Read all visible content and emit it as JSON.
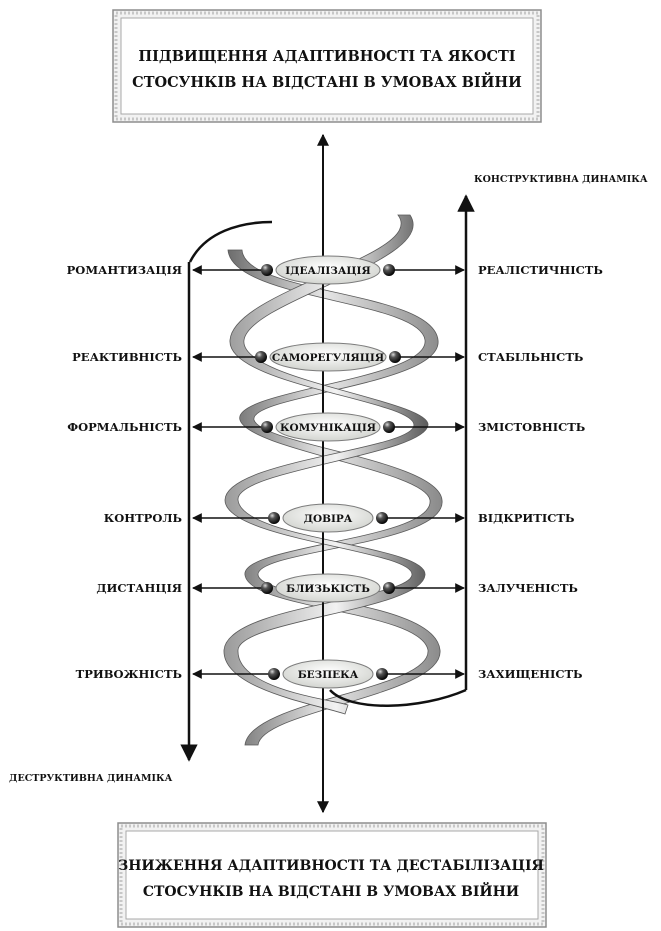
{
  "top_box": {
    "line1": "ПІДВИЩЕННЯ АДАПТИВНОСТІ ТА ЯКОСТІ",
    "line2": "СТОСУНКІВ НА ВІДСТАНІ В УМОВАХ ВІЙНИ"
  },
  "bottom_box": {
    "line1": "ЗНИЖЕННЯ АДАПТИВНОСТІ ТА ДЕСТАБІЛІЗАЦІЯ",
    "line2": "СТОСУНКІВ НА ВІДСТАНІ В УМОВАХ ВІЙНИ"
  },
  "constructive_label": "КОНСТРУКТИВНА ДИНАМІКА",
  "destructive_label": "ДЕСТРУКТИВНА ДИНАМІКА",
  "levels": [
    {
      "center": "ІДЕАЛІЗАЦІЯ",
      "left": "РОМАНТИЗАЦІЯ",
      "right": "РЕАЛІСТИЧНІСТЬ"
    },
    {
      "center": "САМОРЕГУЛЯЦІЯ",
      "left": "РЕАКТИВНІСТЬ",
      "right": "СТАБІЛЬНІСТЬ"
    },
    {
      "center": "КОМУНІКАЦІЯ",
      "left": "ФОРМАЛЬНІСТЬ",
      "right": "ЗМІСТОВНІСТЬ"
    },
    {
      "center": "ДОВІРА",
      "left": "КОНТРОЛЬ",
      "right": "ВІДКРИТІСТЬ"
    },
    {
      "center": "БЛИЗЬКІСТЬ",
      "left": "ДИСТАНЦІЯ",
      "right": "ЗАЛУЧЕНІСТЬ"
    },
    {
      "center": "БЕЗПЕКА",
      "left": "ТРИВОЖНІСТЬ",
      "right": "ЗАХИЩЕНІСТЬ"
    }
  ]
}
